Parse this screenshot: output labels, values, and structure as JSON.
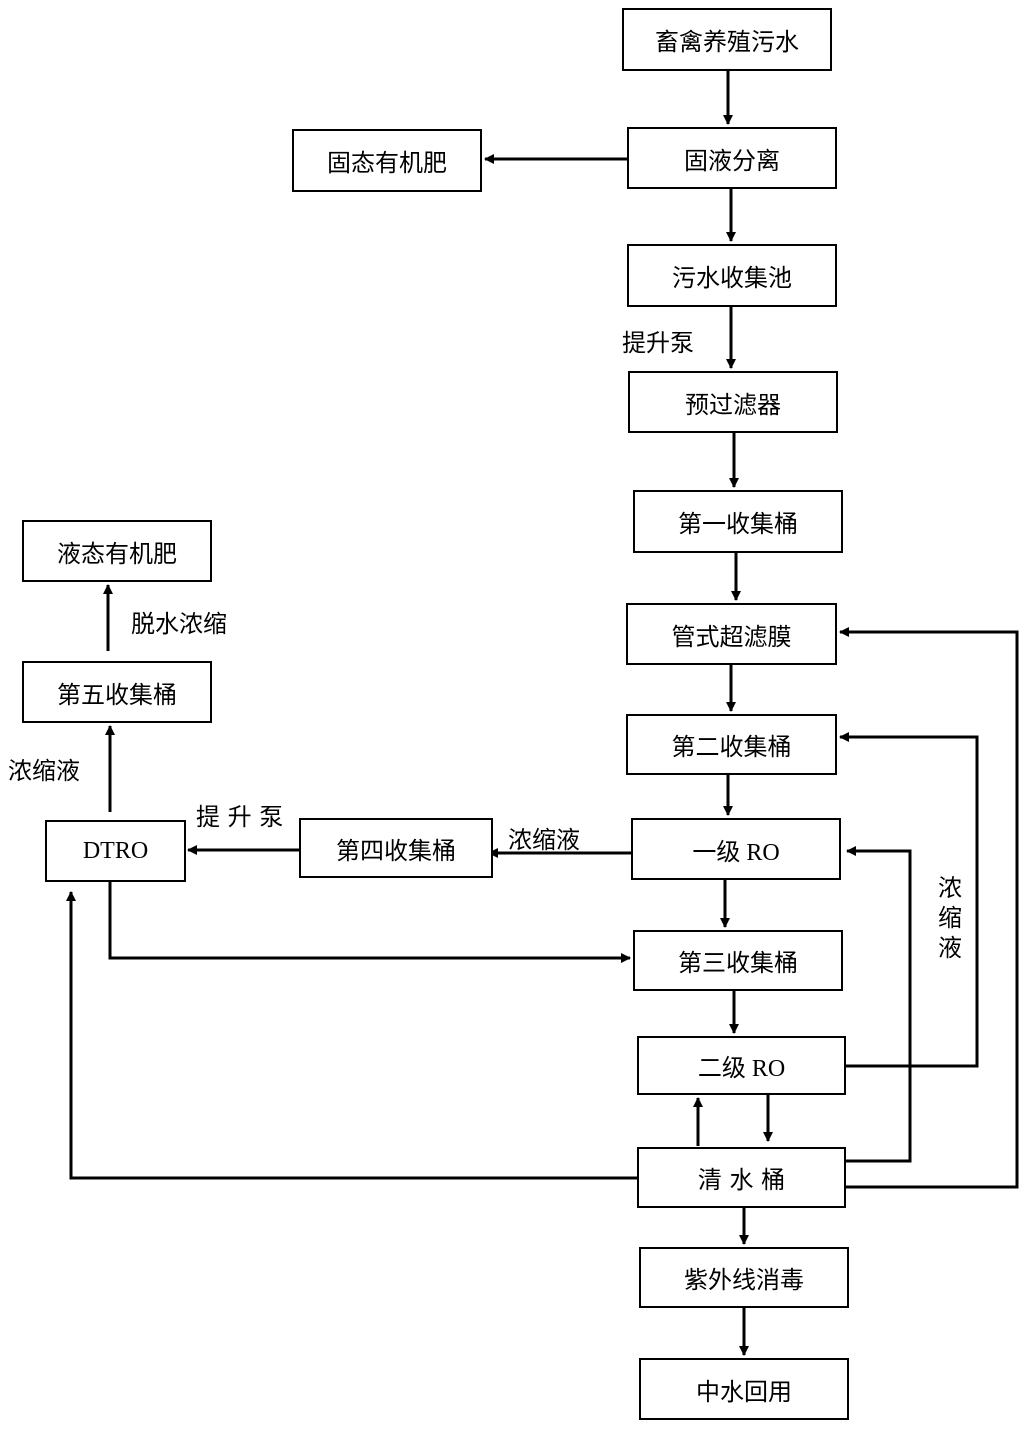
{
  "nodes": {
    "wastewater": "畜禽养殖污水",
    "solid_liquid_separation": "固液分离",
    "solid_fertilizer": "固态有机肥",
    "collection_pool": "污水收集池",
    "prefilter": "预过滤器",
    "bucket1": "第一收集桶",
    "tubular_uf": "管式超滤膜",
    "bucket2": "第二收集桶",
    "ro1": "一级 RO",
    "bucket3": "第三收集桶",
    "ro2": "二级 RO",
    "clean_water": "清 水 桶",
    "uv": "紫外线消毒",
    "reuse": "中水回用",
    "bucket4": "第四收集桶",
    "dtro": "DTRO",
    "bucket5": "第五收集桶",
    "liquid_fertilizer": "液态有机肥"
  },
  "labels": {
    "lift_pump": "提升泵",
    "lift_pump_2": "提 升 泵",
    "concentrate_ro1": "浓缩液",
    "concentrate_dtro": "浓缩液",
    "concentrate_vertical": "浓缩液",
    "dewater": "脱水浓缩"
  }
}
